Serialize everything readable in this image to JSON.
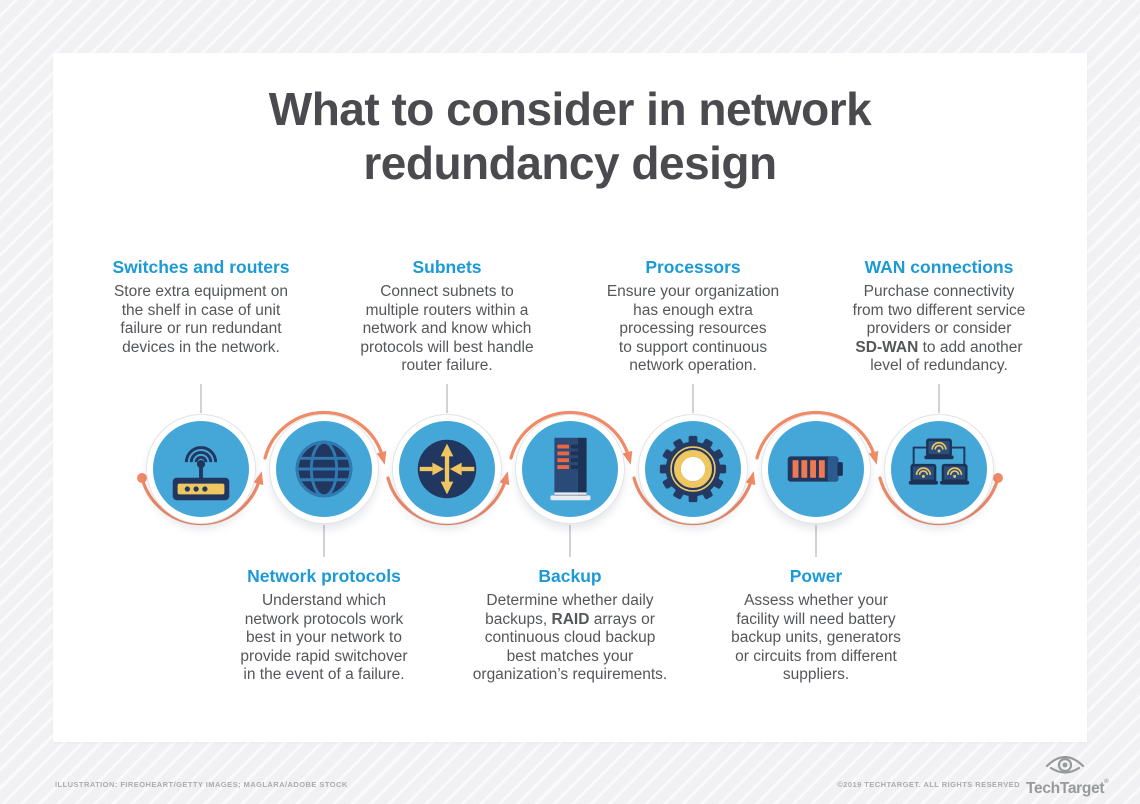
{
  "title": "What to consider in network\nredundancy design",
  "topics": [
    {
      "id": "switches",
      "title": "Switches and routers",
      "body": "Store extra equipment on\nthe shelf in case of unit\nfailure or run redundant\ndevices in the network.",
      "icon": "wireless-router-icon"
    },
    {
      "id": "protocols",
      "title": "Network protocols",
      "body": "Understand which\nnetwork protocols work\nbest in your network to\nprovide rapid switchover\nin the event of a failure.",
      "icon": "globe-icon"
    },
    {
      "id": "subnets",
      "title": "Subnets",
      "body": "Connect subnets to\nmultiple routers within a\nnetwork and know which\nprotocols will best handle\nrouter failure.",
      "icon": "route-arrows-icon"
    },
    {
      "id": "backup",
      "title": "Backup",
      "body": "Determine whether daily\nbackups, RAID arrays or\ncontinuous cloud backup\nbest matches your\norganization’s requirements.",
      "icon": "server-icon"
    },
    {
      "id": "processors",
      "title": "Processors",
      "body": "Ensure your organization\nhas enough extra\nprocessing resources\nto support continuous\nnetwork operation.",
      "icon": "gear-icon"
    },
    {
      "id": "power",
      "title": "Power",
      "body": "Assess whether your\nfacility will need battery\nbackup units, generators\nor circuits from different\nsuppliers.",
      "icon": "battery-icon"
    },
    {
      "id": "wan",
      "title": "WAN connections",
      "body": "Purchase connectivity\nfrom two different service\nproviders or consider\nSD-WAN to add another\nlevel of redundancy.",
      "icon": "laptops-network-icon"
    }
  ],
  "emphasis": [
    "RAID",
    "SD-WAN"
  ],
  "footer": {
    "credit_left": "ILLUSTRATION: FIREOHEART/GETTY IMAGES; MAGLARA/ADOBE STOCK",
    "credit_right": "©2019 TECHTARGET. ALL RIGHTS RESERVED",
    "logo_text": "TechTarget",
    "logo_registered": "®"
  },
  "colors": {
    "heading_blue": "#1c9ad6",
    "body_gray": "#54565a",
    "title_gray": "#4a4a4f",
    "circle_blue": "#45a6d8",
    "wave_orange": "#f08a67",
    "icon_navy": "#22375f",
    "icon_gold": "#f0c75e",
    "icon_orange": "#f0794f",
    "card_white": "#ffffff"
  }
}
